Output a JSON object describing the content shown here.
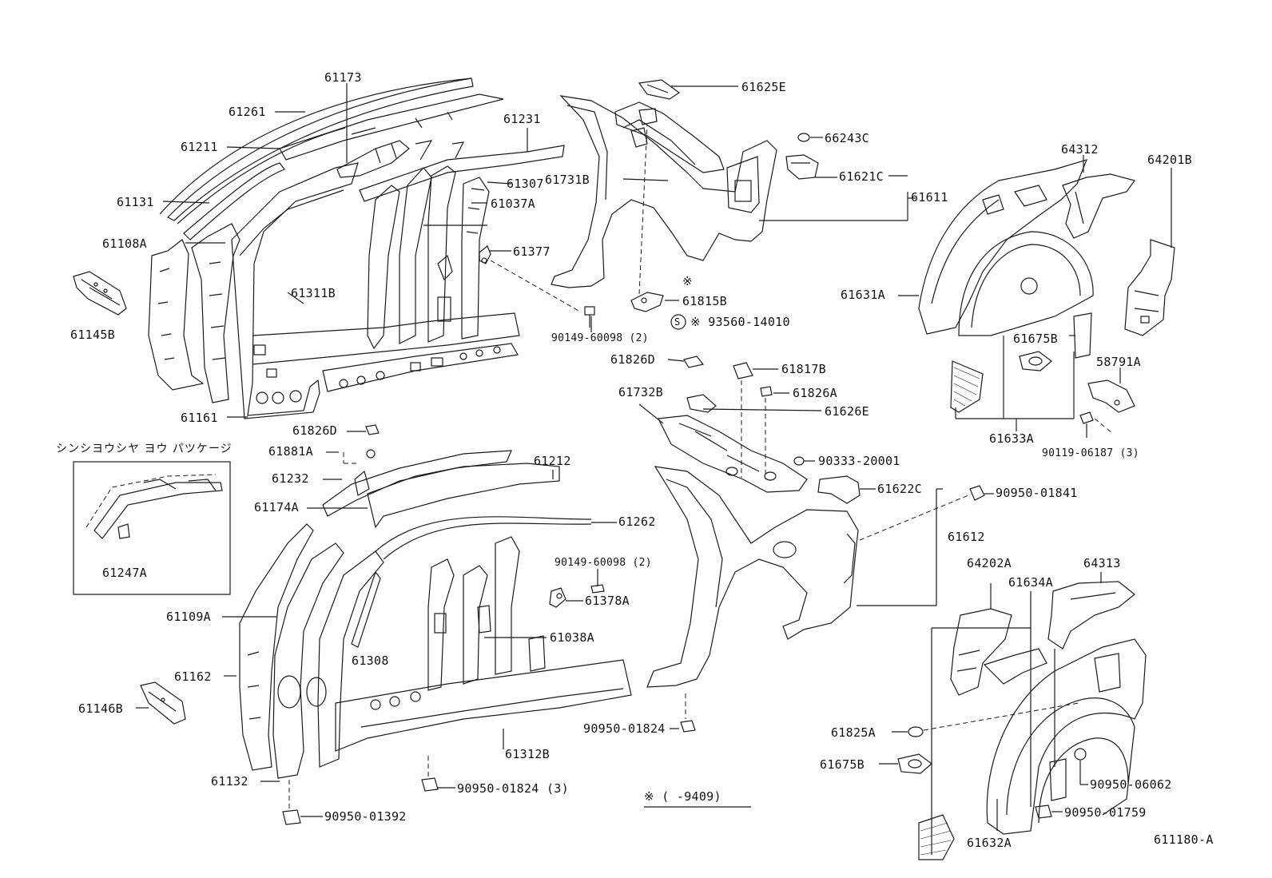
{
  "diagram_code": "611180-A",
  "package_title": "シンシヨウシヤ ヨウ パツケージ",
  "note_mark": "※",
  "note_text": "※ (      -9409)",
  "s_symbol": "S",
  "parts": {
    "p61173": "61173",
    "p61261": "61261",
    "p61211": "61211",
    "p61231": "61231",
    "p61131": "61131",
    "p61307": "61307",
    "p61037A": "61037A",
    "p61108A": "61108A",
    "p61377": "61377",
    "p61311B": "61311B",
    "p61145B": "61145B",
    "p90149_1": "90149-60098 (2)",
    "p61161": "61161",
    "p61625E": "61625E",
    "p66243C": "66243C",
    "p61621C": "61621C",
    "p61731B": "61731B",
    "p61611": "61611",
    "p61815B": "61815B",
    "p93560": "※ 93560-14010",
    "p64312": "64312",
    "p64201B": "64201B",
    "p61631A": "61631A",
    "p61675B_1": "61675B",
    "p58791A": "58791A",
    "p61633A": "61633A",
    "p90119": "90119-06187 (3)",
    "p61826D_1": "61826D",
    "p61817B": "61817B",
    "p61732B": "61732B",
    "p61826A": "61826A",
    "p61626E": "61626E",
    "p90333": "90333-20001",
    "p61622C": "61622C",
    "p90950_01841": "90950-01841",
    "p61612": "61612",
    "p61826D_2": "61826D",
    "p61881A": "61881A",
    "p61232": "61232",
    "p61212": "61212",
    "p61174A": "61174A",
    "p61262": "61262",
    "p61247A": "61247A",
    "p90149_2": "90149-60098 (2)",
    "p61378A": "61378A",
    "p61109A": "61109A",
    "p61038A": "61038A",
    "p61308": "61308",
    "p61162": "61162",
    "p61146B": "61146B",
    "p61312B": "61312B",
    "p90950_01824_1": "90950-01824",
    "p61132": "61132",
    "p90950_01824_3": "90950-01824 (3)",
    "p90950_01392": "90950-01392",
    "p64202A": "64202A",
    "p61634A": "61634A",
    "p64313": "64313",
    "p61825A": "61825A",
    "p61675B_2": "61675B",
    "p90950_06062": "90950-06062",
    "p90950_01759": "90950-01759",
    "p61632A": "61632A"
  }
}
